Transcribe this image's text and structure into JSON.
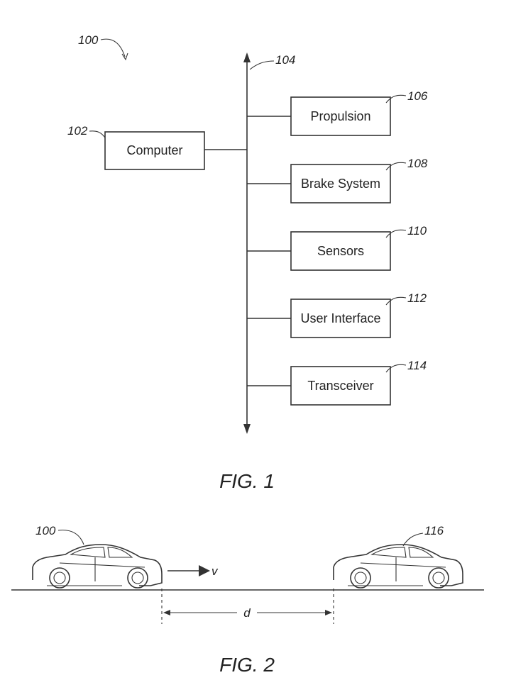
{
  "figure1": {
    "system_ref": "100",
    "bus_ref": "104",
    "computer": {
      "ref": "102",
      "label": "Computer"
    },
    "components": [
      {
        "ref": "106",
        "label": "Propulsion"
      },
      {
        "ref": "108",
        "label": "Brake System"
      },
      {
        "ref": "110",
        "label": "Sensors"
      },
      {
        "ref": "112",
        "label": "User Interface"
      },
      {
        "ref": "114",
        "label": "Transceiver"
      }
    ],
    "caption": "FIG. 1"
  },
  "figure2": {
    "host_vehicle_ref": "100",
    "target_vehicle_ref": "116",
    "velocity_label": "v",
    "distance_label": "d",
    "caption": "FIG. 2"
  }
}
